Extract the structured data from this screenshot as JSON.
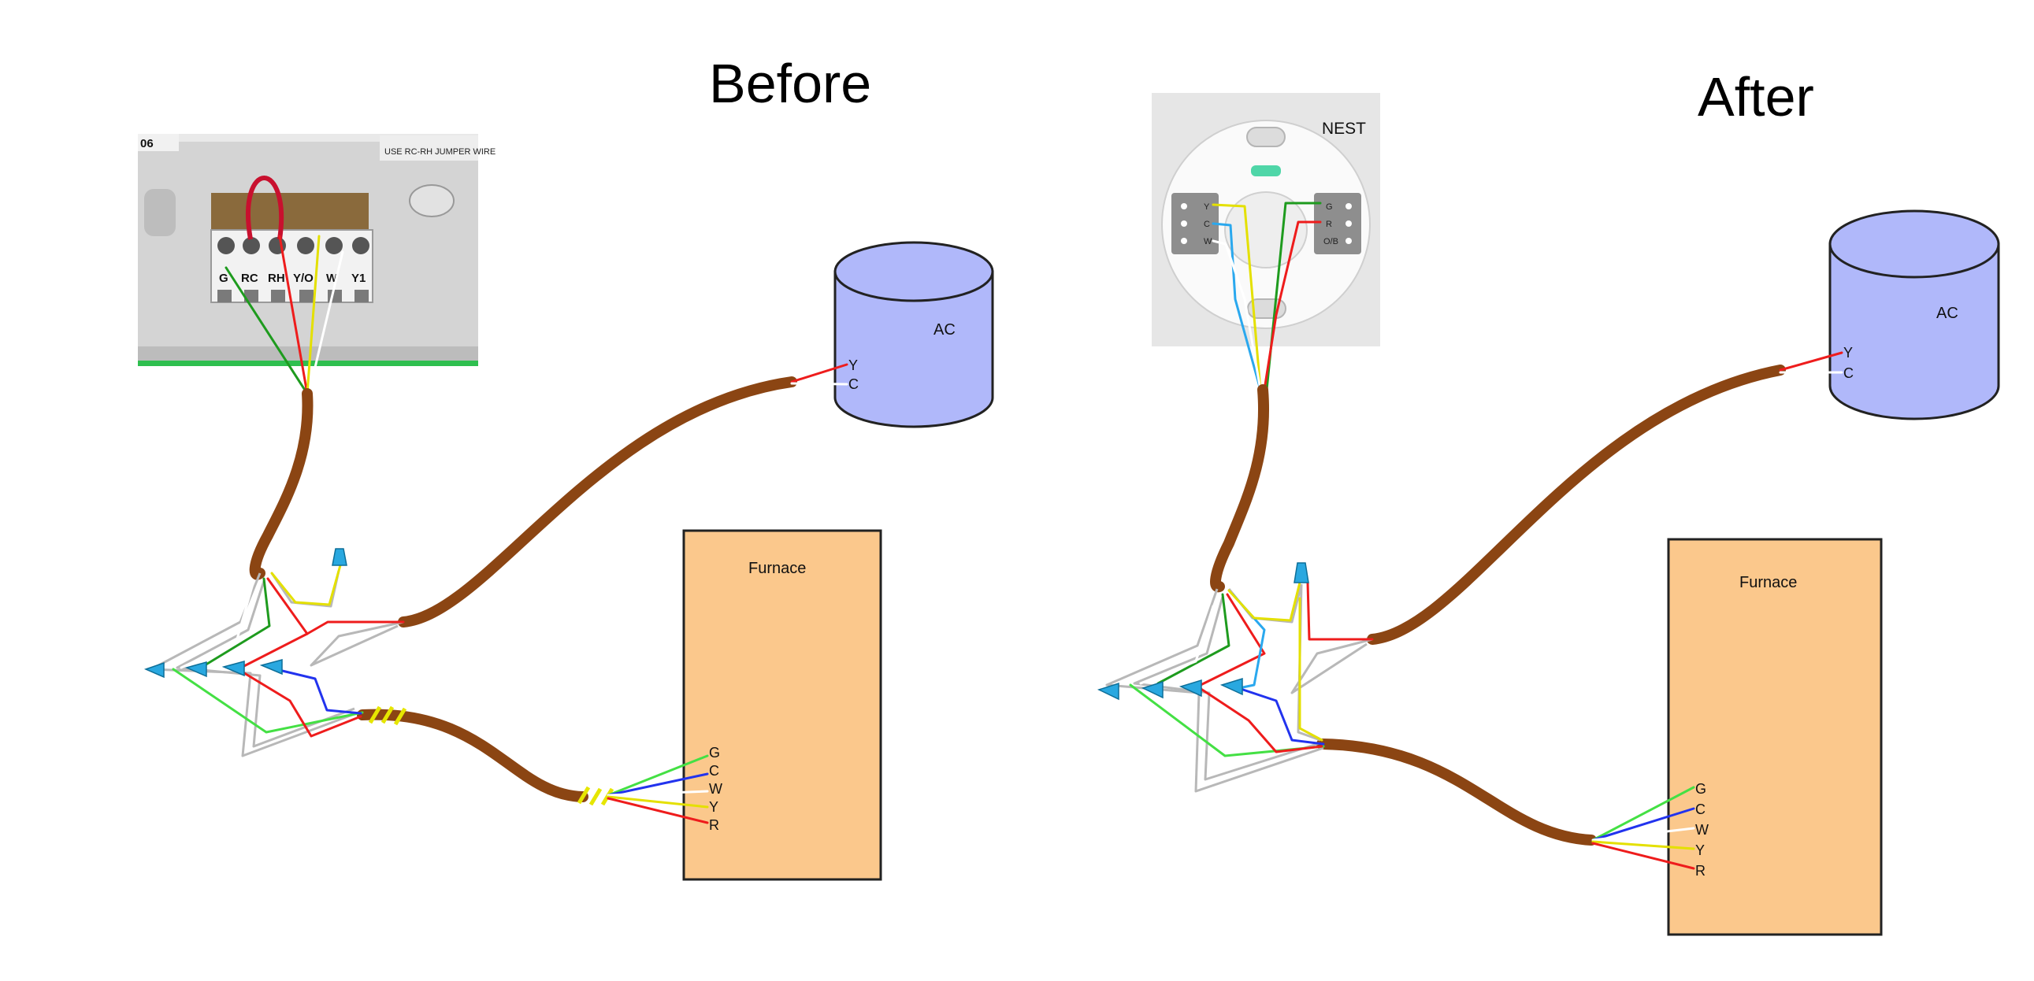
{
  "titles": {
    "before": "Before",
    "after": "After"
  },
  "before": {
    "photo": {
      "corner_text": "06",
      "jumper_text": "USE RC-RH JUMPER WIRE",
      "terminals": [
        "G",
        "RC",
        "RH",
        "Y/O",
        "W",
        "Y1"
      ]
    },
    "ac": {
      "label": "AC",
      "terminals": [
        "Y",
        "C"
      ]
    },
    "furnace": {
      "label": "Furnace",
      "terminals": [
        "G",
        "C",
        "W",
        "Y",
        "R"
      ]
    }
  },
  "after": {
    "photo": {
      "brand": "NEST",
      "left_terminals": [
        "Y",
        "C",
        "W"
      ],
      "right_terminals": [
        "G",
        "R",
        "O/B"
      ]
    },
    "ac": {
      "label": "AC",
      "terminals": [
        "Y",
        "C"
      ]
    },
    "furnace": {
      "label": "Furnace",
      "terminals": [
        "G",
        "C",
        "W",
        "Y",
        "R"
      ]
    }
  },
  "colors": {
    "cable": "#8b4513",
    "ac_fill": "#b0b8fa",
    "furnace_fill": "#fbc88c",
    "wire_nut": "#29a8e0",
    "wire_red": "#ee1c1c",
    "wire_green": "#1e9b1e",
    "wire_light_green": "#44e044",
    "wire_blue": "#2233ee",
    "wire_light_blue": "#2aa8ee",
    "wire_yellow": "#e4e000",
    "wire_white": "#ffffff"
  }
}
